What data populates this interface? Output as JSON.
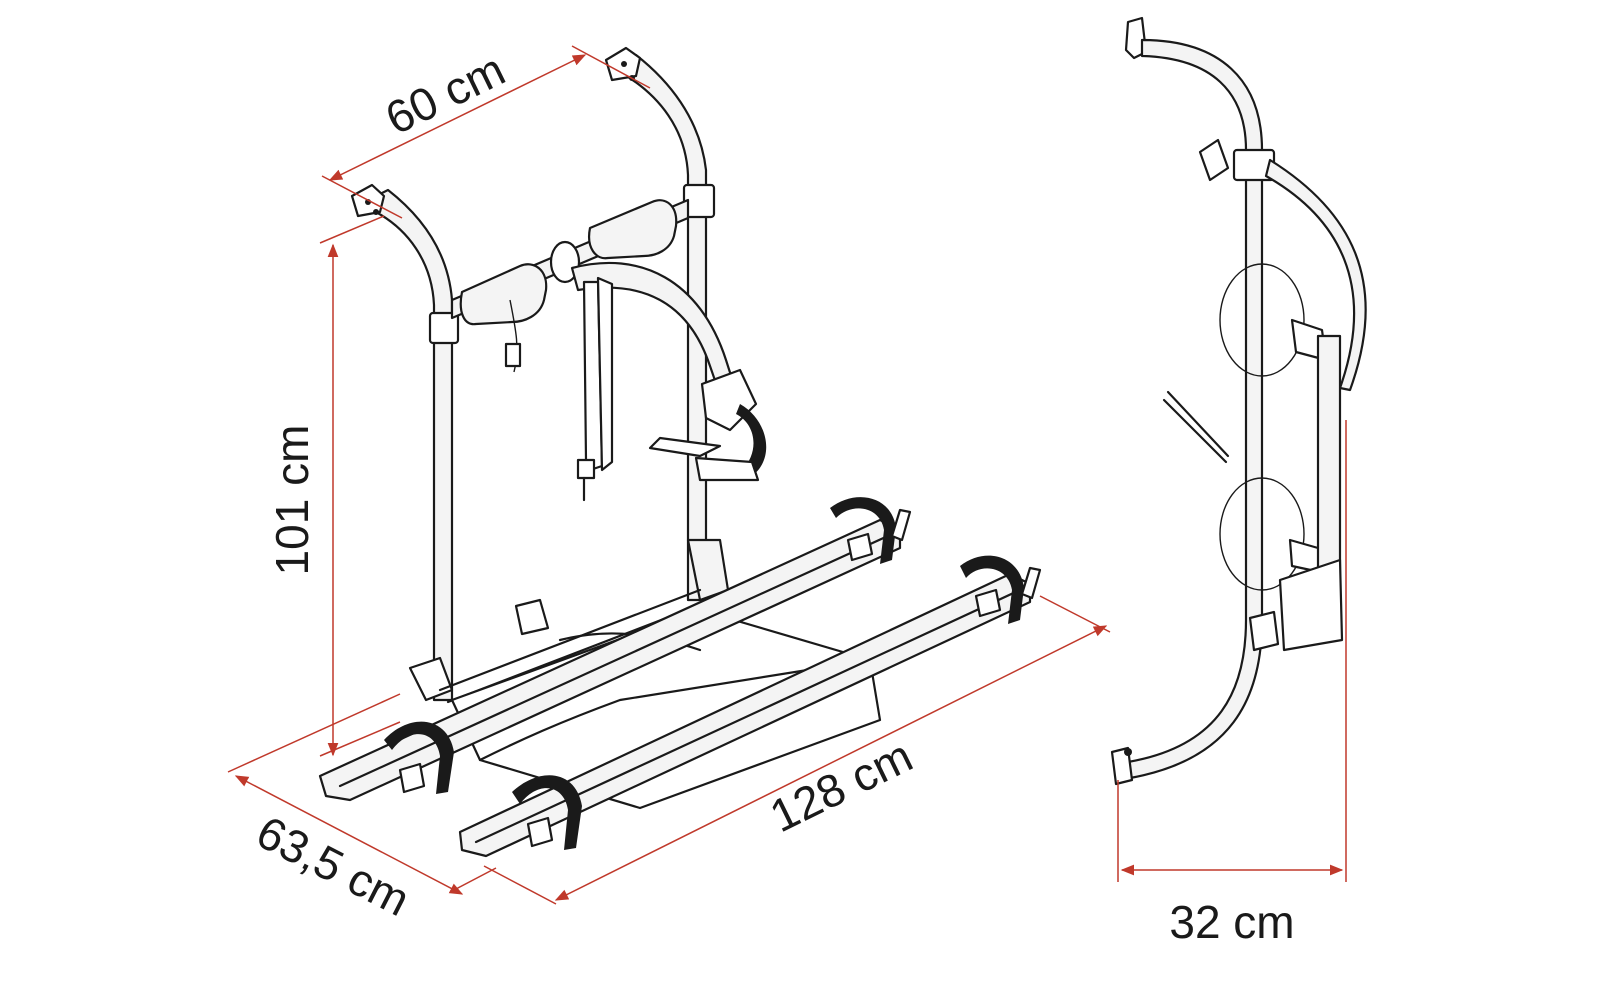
{
  "dimensions": {
    "top_width": "60 cm",
    "height": "101 cm",
    "length": "128 cm",
    "depth": "63,5 cm",
    "side_depth": "32 cm"
  },
  "colors": {
    "dimension_line": "#c0392b",
    "drawing_line": "#1a1a1a",
    "background": "#ffffff"
  }
}
